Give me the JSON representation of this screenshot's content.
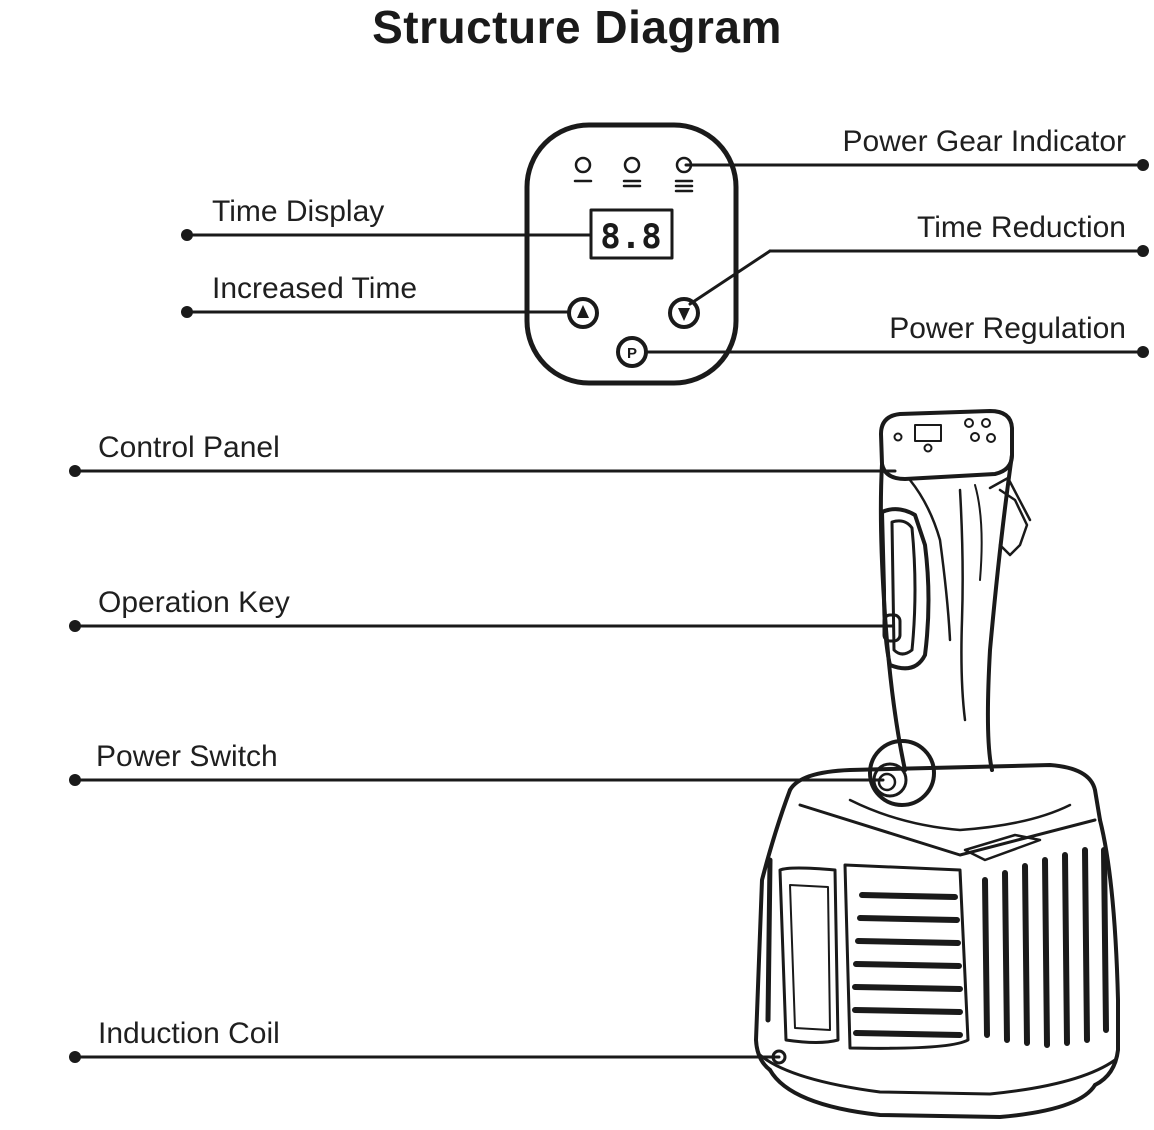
{
  "title": "Structure Diagram",
  "panel": {
    "display_value": "8.8",
    "power_button": "P"
  },
  "labels": {
    "power_gear_indicator": "Power Gear Indicator",
    "time_display": "Time Display",
    "time_reduction": "Time Reduction",
    "increased_time": "Increased Time",
    "power_regulation": "Power Regulation",
    "control_panel": "Control Panel",
    "operation_key": "Operation Key",
    "power_switch": "Power Switch",
    "induction_coil": "Induction Coil"
  },
  "colors": {
    "line": "#1a1a1a",
    "background": "#ffffff"
  }
}
